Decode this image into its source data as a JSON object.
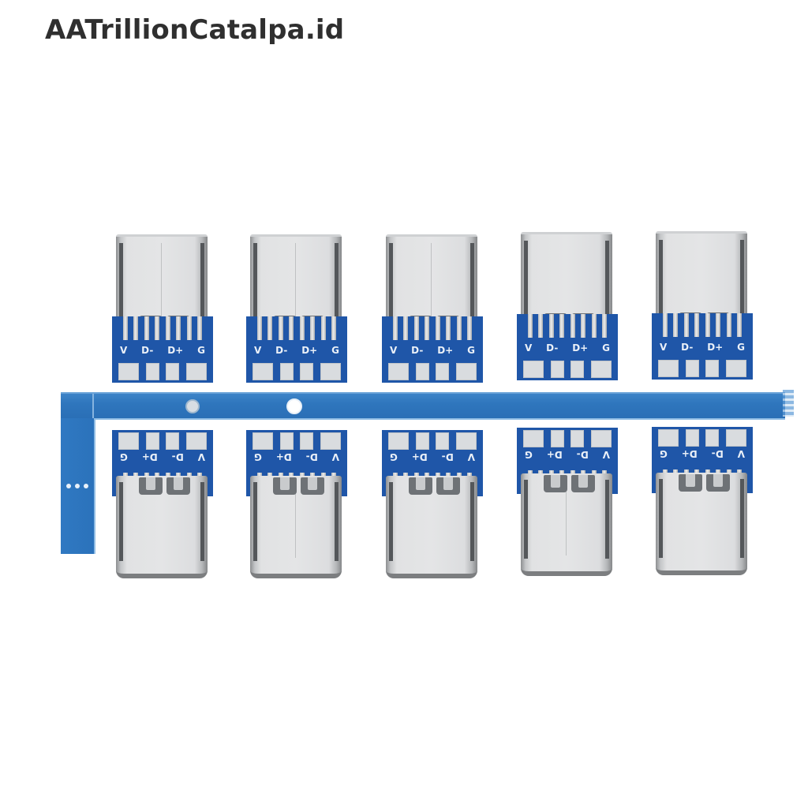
{
  "watermark": {
    "text": "AATrillionCatalpa.id"
  },
  "product": {
    "description": "USB Type-C male/female double-sided breakout PCB panel",
    "module_count": 5,
    "colors": {
      "pcb": "#1f56a8",
      "rail": "#2f76bd",
      "connector_metal": "#e1e2e3",
      "silkscreen": "#eaf0f8",
      "background": "#ffffff"
    },
    "modules": [
      {
        "top_labels": [
          "V",
          "D-",
          "D+",
          "G"
        ],
        "bottom_labels": [
          "V",
          "D-",
          "D+",
          "G"
        ]
      },
      {
        "top_labels": [
          "V",
          "D-",
          "D+",
          "G"
        ],
        "bottom_labels": [
          "V",
          "D-",
          "D+",
          "G"
        ]
      },
      {
        "top_labels": [
          "V",
          "D-",
          "D+",
          "G"
        ],
        "bottom_labels": [
          "V",
          "D-",
          "D+",
          "G"
        ]
      },
      {
        "top_labels": [
          "V",
          "D-",
          "D+",
          "G"
        ],
        "bottom_labels": [
          "V",
          "D-",
          "D+",
          "G"
        ]
      },
      {
        "top_labels": [
          "V",
          "D-",
          "D+",
          "G"
        ],
        "bottom_labels": [
          "V",
          "D-",
          "D+",
          "G"
        ]
      }
    ]
  }
}
